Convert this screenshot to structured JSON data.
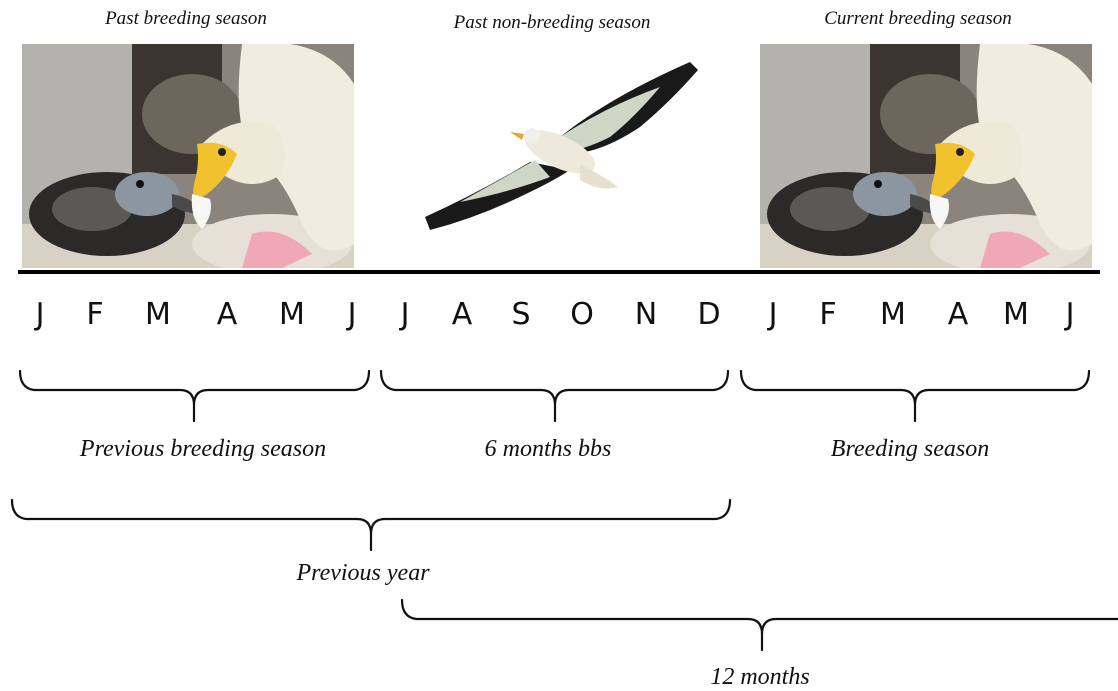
{
  "captions": {
    "past_breeding": "Past breeding season",
    "past_non_breeding": "Past non-breeding season",
    "current_breeding": "Current breeding season"
  },
  "months": [
    "J",
    "F",
    "M",
    "A",
    "M",
    "J",
    "J",
    "A",
    "S",
    "O",
    "N",
    "D",
    "J",
    "F",
    "M",
    "A",
    "M",
    "J"
  ],
  "braces": {
    "previous_breeding": "Previous breeding season",
    "six_months": "6 months bbs",
    "breeding": "Breeding season",
    "previous_year": "Previous year",
    "twelve_months": "12 months"
  },
  "images": {
    "left_photo": "vulture-feeding-chick",
    "middle_photo": "flying-vulture",
    "right_photo": "vulture-feeding-chick"
  },
  "colors": {
    "line": "#000000",
    "beak": "#f2c12e",
    "wing_dark": "#1a1a1a",
    "plumage": "#f1ece0"
  }
}
